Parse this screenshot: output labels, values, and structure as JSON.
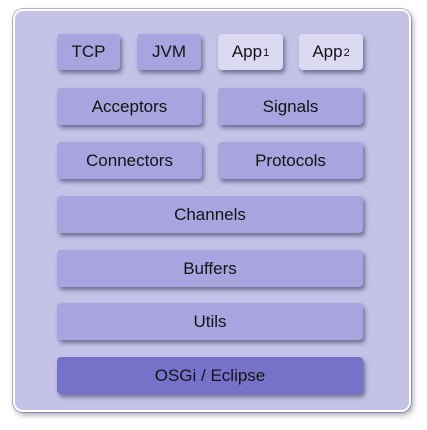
{
  "diagram": {
    "top_row": {
      "tcp": "TCP",
      "jvm": "JVM",
      "app1": {
        "name": "App",
        "index": "1"
      },
      "app2": {
        "name": "App",
        "index": "2"
      }
    },
    "acceptors": "Acceptors",
    "signals": "Signals",
    "connectors": "Connectors",
    "protocols": "Protocols",
    "channels": "Channels",
    "buffers": "Buffers",
    "utils": "Utils",
    "base": "OSGi / Eclipse"
  },
  "colors": {
    "frame": "#c4c2e6",
    "layer": "#a7a4e0",
    "app": "#dcdaf3",
    "base": "#7672c9"
  }
}
